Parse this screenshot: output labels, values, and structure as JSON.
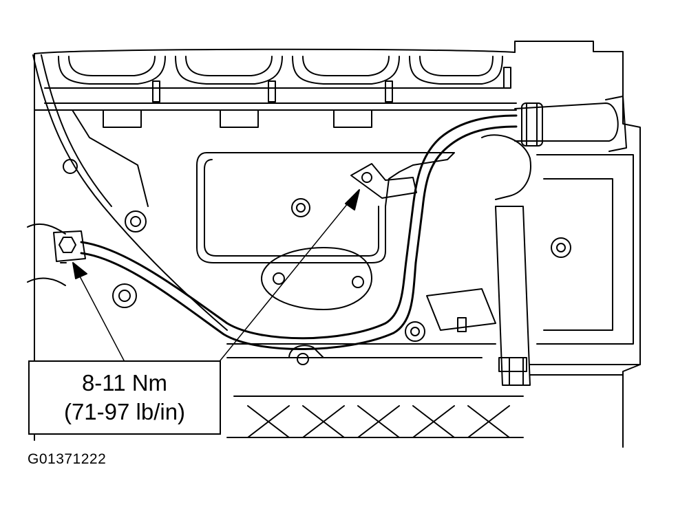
{
  "callout": {
    "torque_nm": "8-11 Nm",
    "torque_lbin": "(71-97 lb/in)"
  },
  "figure_id": "G01371222",
  "colors": {
    "ink": "#000000",
    "paper": "#ffffff"
  }
}
